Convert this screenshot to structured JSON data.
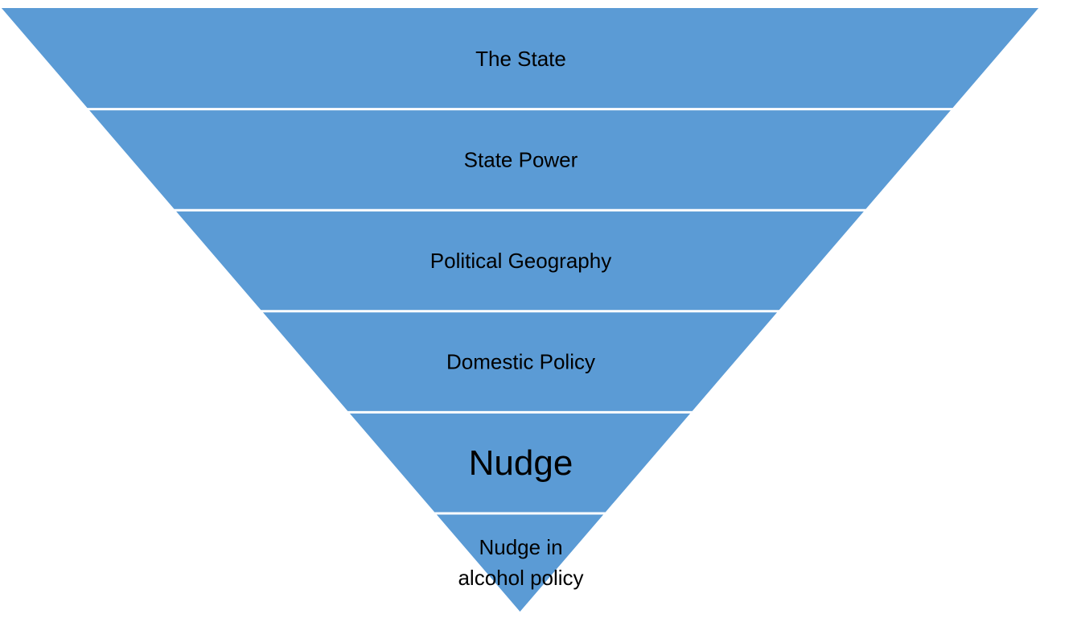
{
  "diagram": {
    "fill_color": "#5b9bd5",
    "divider_color": "#ffffff",
    "text_color": "#000000",
    "levels": [
      {
        "lines": [
          "The State"
        ]
      },
      {
        "lines": [
          "State Power"
        ]
      },
      {
        "lines": [
          "Political Geography"
        ]
      },
      {
        "lines": [
          "Domestic Policy"
        ]
      },
      {
        "lines": [
          "Nudge"
        ]
      },
      {
        "lines": [
          "Nudge in",
          "alcohol policy"
        ]
      }
    ]
  }
}
